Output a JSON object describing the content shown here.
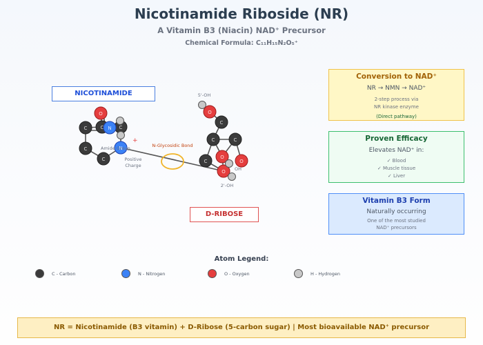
{
  "header": {
    "title": "Nicotinamide Riboside (NR)",
    "subtitle": "A Vitamin B3 (Niacin) NAD⁺ Precursor",
    "formula": "Chemical Formula: C₁₁H₁₅N₂O₅⁺"
  },
  "molecule": {
    "nicotinamide_label": "NICOTINAMIDE",
    "ribose_label": "D-RIBOSE",
    "bond_label": "N-Glycosidic Bond",
    "amide_label": "Amide Group",
    "charge_label_1": "Positive",
    "charge_label_2": "Charge",
    "plus_sign": "+",
    "oh_5": "5'-OH",
    "oh_2": "2'-OH",
    "oh_3": "OH",
    "atom_c": "C",
    "atom_n": "N",
    "atom_o": "O"
  },
  "boxes": {
    "nad": {
      "title": "Conversion to NAD⁺",
      "line": "NR → NMN → NAD⁺",
      "detail1": "2-step process via",
      "detail2": "NR kinase enzyme",
      "detail3": "(Direct pathway)"
    },
    "efficacy": {
      "title": "Proven Efficacy",
      "line": "Elevates NAD⁺ in:",
      "detail1": "✓ Blood",
      "detail2": "✓ Muscle tissue",
      "detail3": "✓ Liver"
    },
    "b3": {
      "title": "Vitamin B3 Form",
      "line": "Naturally occurring",
      "detail1": "One of the most studied",
      "detail2": "NAD⁺ precursors"
    }
  },
  "legend": {
    "title": "Atom Legend:",
    "items": [
      {
        "label": "C - Carbon",
        "color": "#3b3b3b"
      },
      {
        "label": "N - Nitrogen",
        "color": "#3b82f6"
      },
      {
        "label": "O - Oxygen",
        "color": "#e53e3e"
      },
      {
        "label": "H - Hydrogen",
        "color": "#c8c8c8"
      }
    ]
  },
  "footer": "NR = Nicotinamide (B3 vitamin) + D-Ribose (5-carbon sugar) | Most bioavailable NAD⁺ precursor"
}
